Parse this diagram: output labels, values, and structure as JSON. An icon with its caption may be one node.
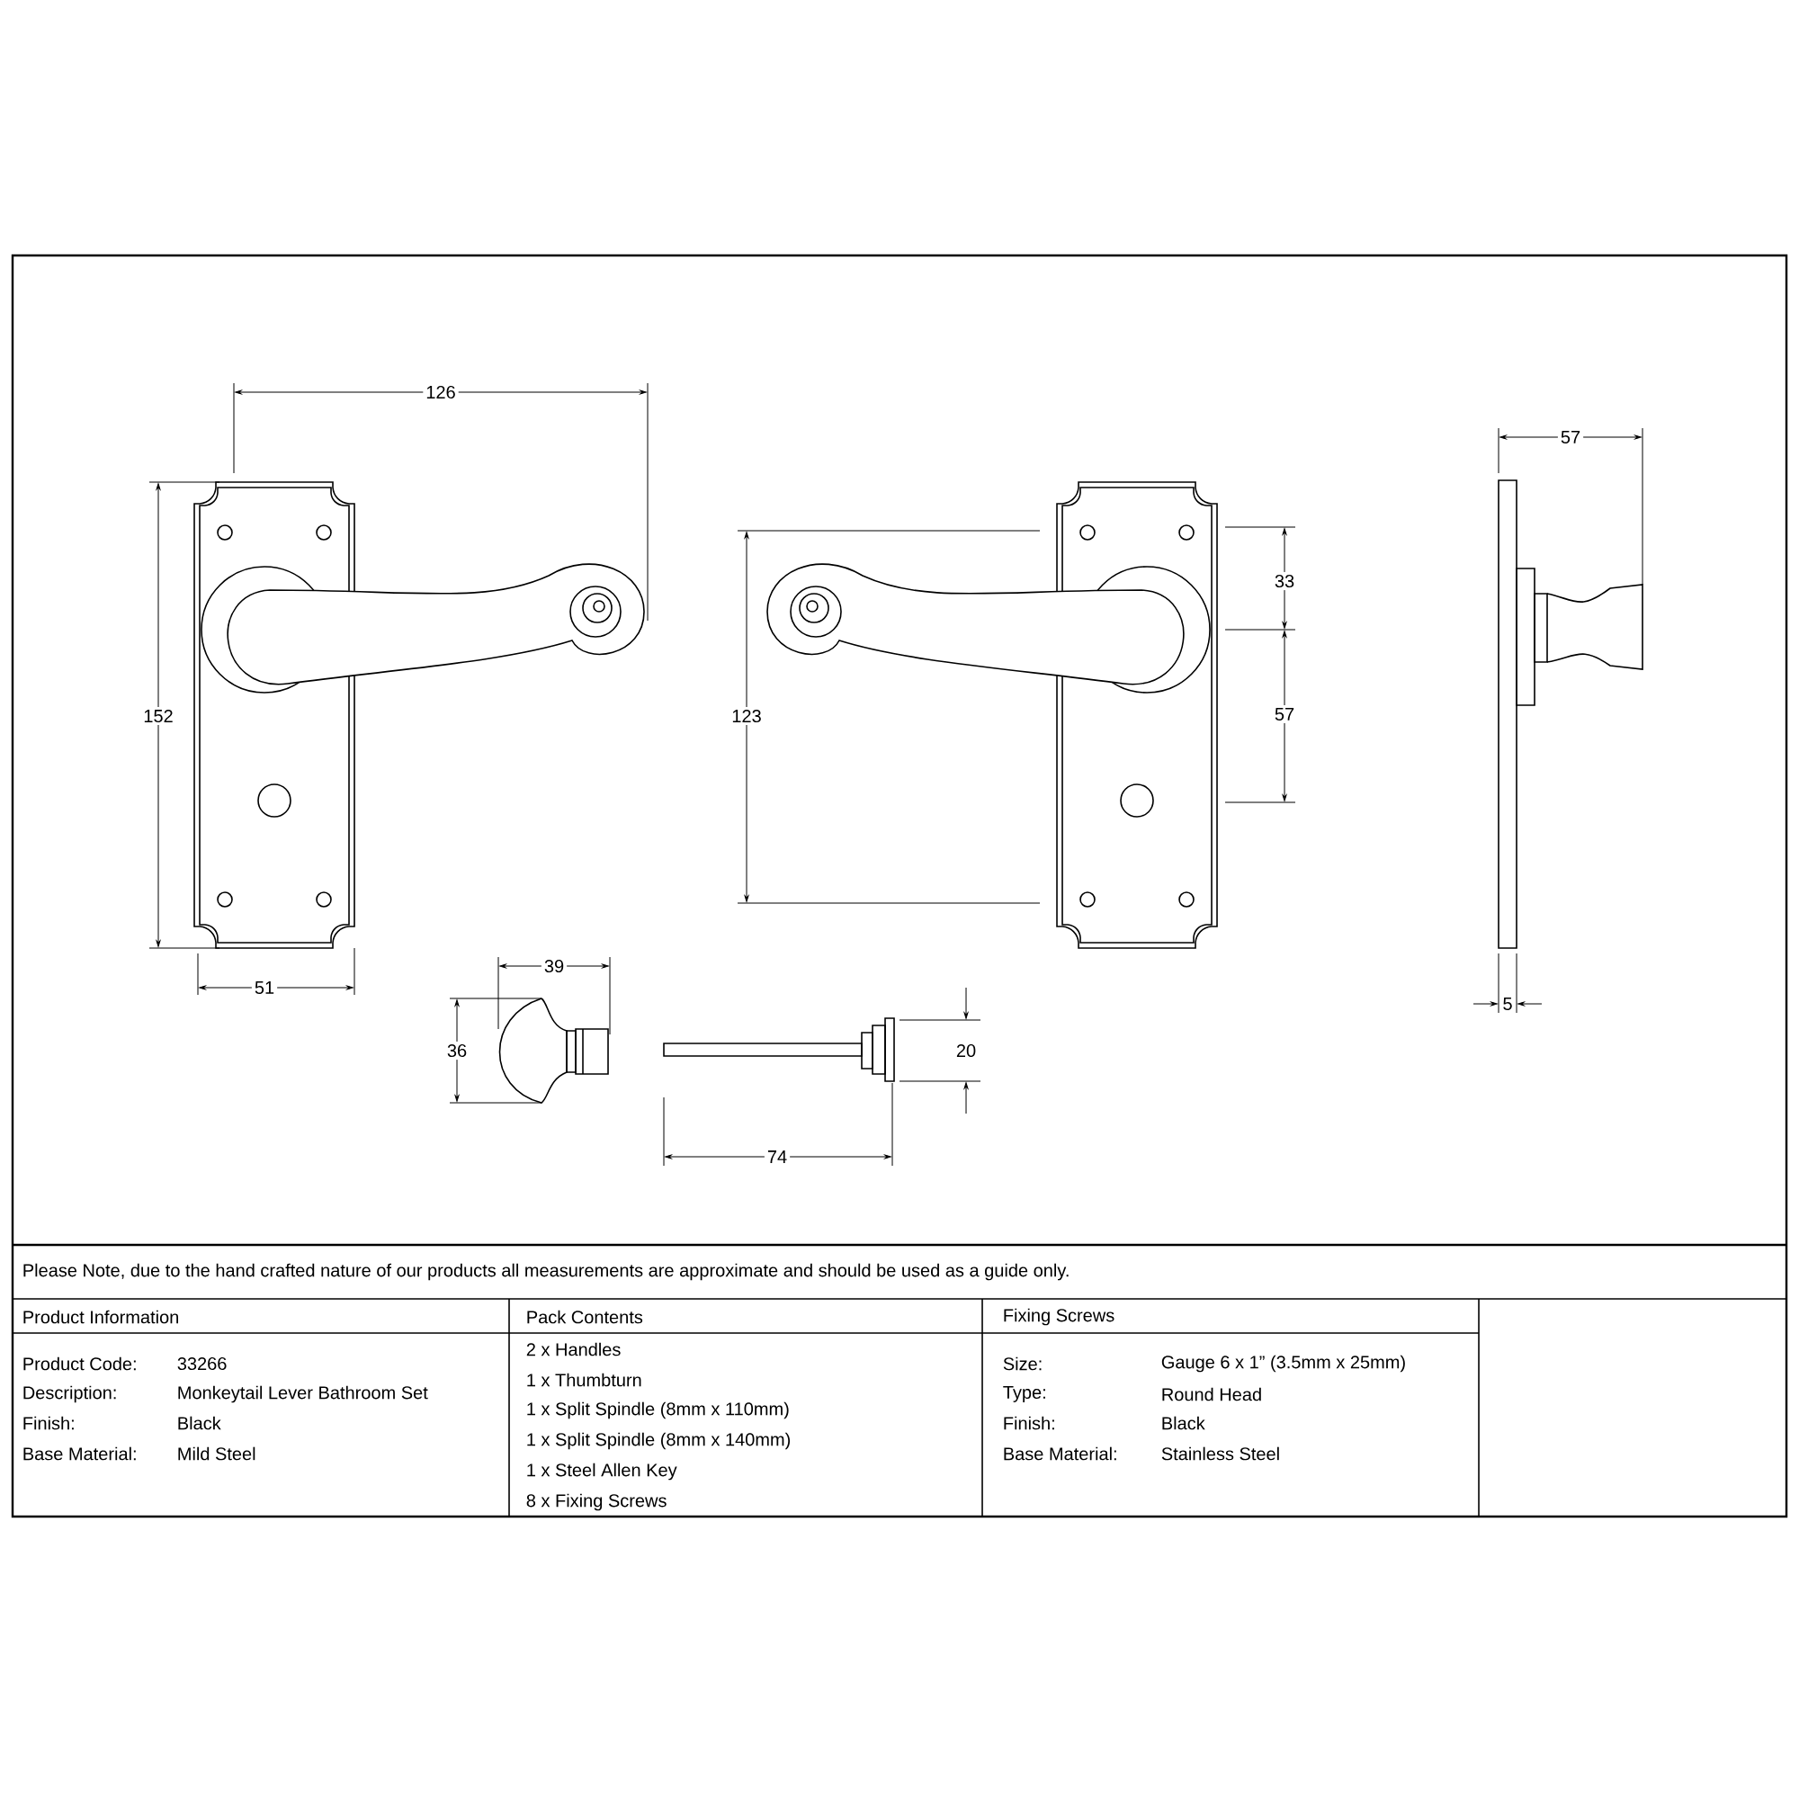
{
  "diagram": {
    "labels": [
      "126",
      "152",
      "51",
      "123",
      "33",
      "57",
      "57",
      "5",
      "39",
      "36",
      "20",
      "74",
      "Please Note, due to the hand crafted nature of our products all measurements are approximate and should be used as a guide only.",
      "Product Information",
      "Pack Contents",
      "Fixing Screws",
      "Product Code:",
      "33266",
      "Description:",
      "Monkeytail Lever Bathroom Set",
      "Finish:",
      "Black",
      "Base Material:",
      "Mild Steel",
      "2 x Handles",
      "1 x Thumbturn",
      "1 x Split Spindle (8mm x 110mm)",
      "1 x Split Spindle (8mm x 140mm)",
      "1 x Steel Allen Key",
      "8 x Fixing Screws",
      "Size:",
      "Gauge 6 x 1” (3.5mm x 25mm)",
      "Type:",
      "Round Head",
      "Finish:",
      "Black",
      "Base Material:",
      "Stainless Steel"
    ]
  }
}
